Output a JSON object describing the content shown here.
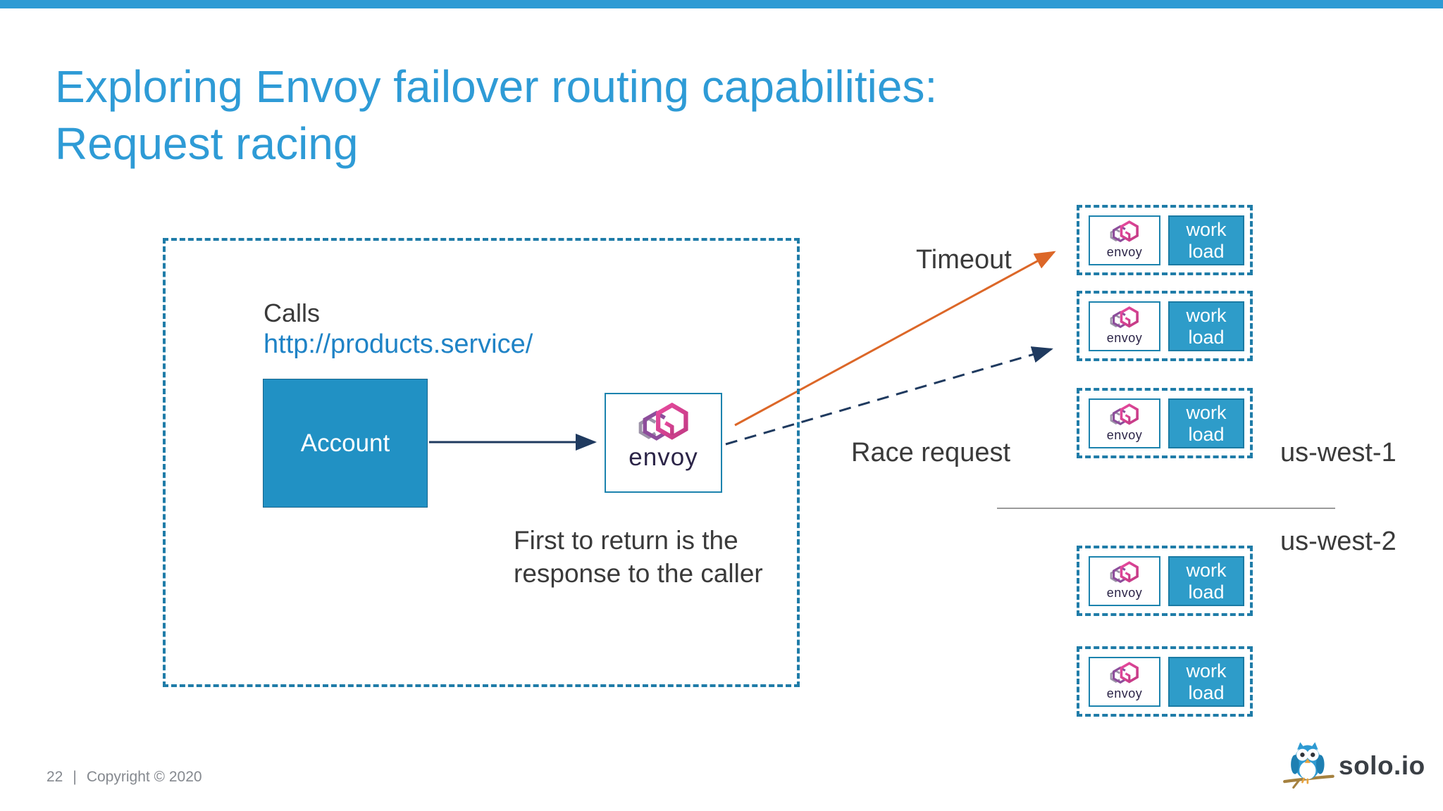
{
  "title": {
    "line1": "Exploring Envoy failover routing capabilities:",
    "line2": "Request racing"
  },
  "diagram": {
    "calls_label": "Calls",
    "calls_url": "http://products.service/",
    "account_label": "Account",
    "envoy_label": "envoy",
    "note_line1": "First to return is the",
    "note_line2": "response to the caller",
    "timeout_label": "Timeout",
    "race_label": "Race request",
    "workload_line1": "work",
    "workload_line2": "load",
    "regions": [
      {
        "name": "us-west-1",
        "workload_instances": 3
      },
      {
        "name": "us-west-2",
        "workload_instances": 2
      }
    ]
  },
  "footer": {
    "page_number": "22",
    "separator": "|",
    "copyright": "Copyright © 2020",
    "brand": "solo.io"
  },
  "colors": {
    "accent_blue": "#2E9BD4",
    "title_blue": "#2E9BD6",
    "link_blue": "#1F83C6",
    "account_blue": "#2191C4",
    "workload_blue": "#2E9CC9",
    "dashed_border": "#1F7CA8",
    "envoy_box_border": "#1C83AE",
    "arrow_navy": "#1F3A5F",
    "arrow_orange": "#DC6728",
    "text_dark": "#3A3A3A",
    "envoy_text": "#2B2447",
    "envoy_pink": "#D8388E",
    "envoy_purple": "#8D4D9B",
    "envoy_lavender": "#9C93A8",
    "divider_gray": "#9B9B9B",
    "footer_gray": "#85898F",
    "brand_text": "#3A3F45",
    "owl_blue": "#2E9AD2",
    "branch_brown": "#A5813F"
  }
}
